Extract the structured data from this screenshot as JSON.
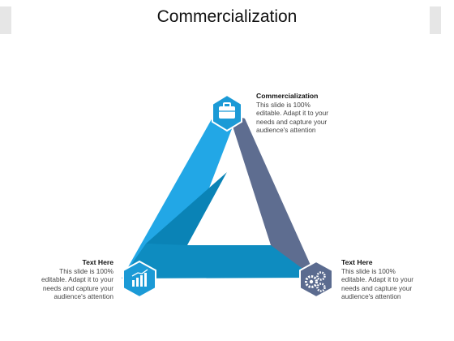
{
  "title": "Commercialization",
  "callouts": {
    "top": {
      "heading": "Commercialization",
      "lines": [
        "This slide is 100%",
        "editable. Adapt it to your",
        "needs and capture your",
        "audience's attention"
      ]
    },
    "bottom_left": {
      "heading": "Text Here",
      "lines": [
        "This slide is 100%",
        "editable. Adapt it to your",
        "needs and capture your",
        "audience's attention"
      ]
    },
    "bottom_right": {
      "heading": "Text Here",
      "lines": [
        "This slide is 100%",
        "editable. Adapt it to your",
        "needs and capture your",
        "audience's attention"
      ]
    }
  },
  "nodes": [
    {
      "icon": "briefcase-icon",
      "color": "#1b9ad6"
    },
    {
      "icon": "bar-chart-icon",
      "color": "#1b9ad6"
    },
    {
      "icon": "gears-icon",
      "color": "#5b6b8f"
    }
  ],
  "colors": {
    "light_blue": "#22a7e6",
    "dark_teal": "#0e8cc0",
    "slate": "#5e6d90"
  }
}
